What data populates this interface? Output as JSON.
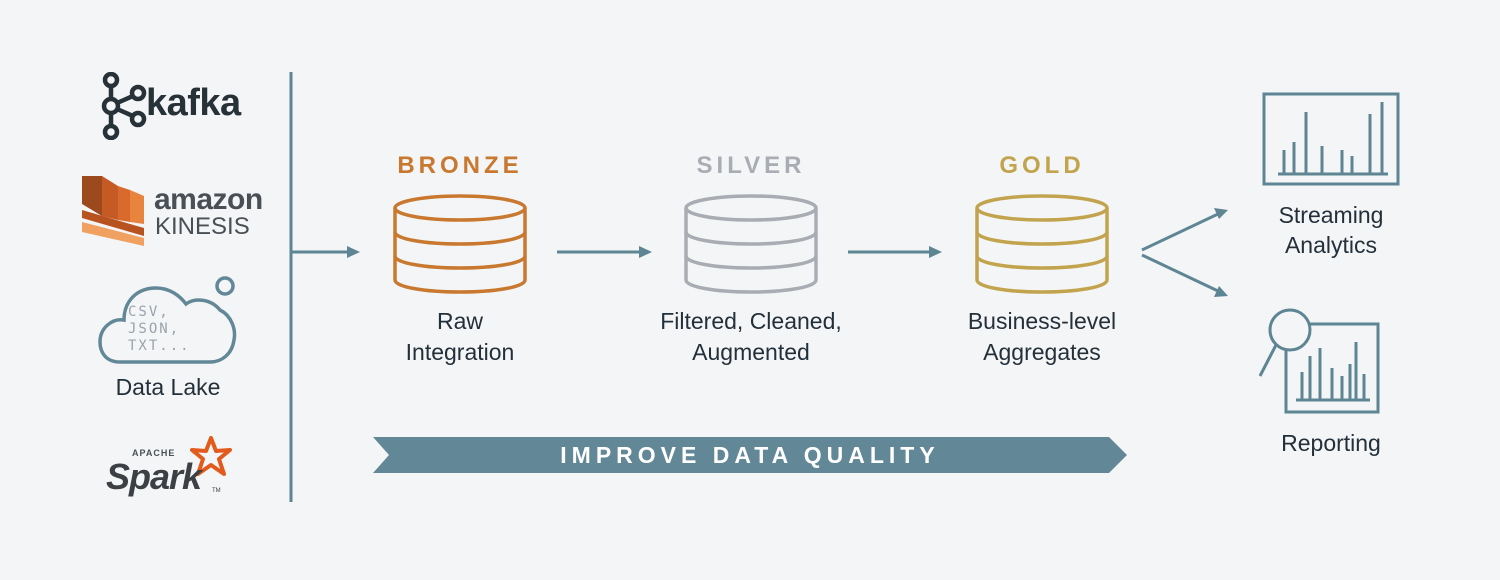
{
  "sources": {
    "kafka": {
      "label": "kafka"
    },
    "kinesis": {
      "brand": "amazon",
      "product": "KINESIS"
    },
    "data_lake": {
      "formats": [
        "CSV,",
        "JSON,",
        "TXT..."
      ],
      "label": "Data Lake"
    },
    "spark": {
      "brand_small": "APACHE",
      "brand": "Spark",
      "tm": "TM"
    }
  },
  "tiers": [
    {
      "title": "BRONZE",
      "desc": [
        "Raw",
        "Integration"
      ],
      "color": "#c9782f"
    },
    {
      "title": "SILVER",
      "desc": [
        "Filtered, Cleaned,",
        "Augmented"
      ],
      "color": "#a9adb3"
    },
    {
      "title": "GOLD",
      "desc": [
        "Business-level",
        "Aggregates"
      ],
      "color": "#c2a44f"
    }
  ],
  "banner": {
    "label": "IMPROVE DATA QUALITY",
    "color": "#628898"
  },
  "outputs": [
    {
      "label": [
        "Streaming",
        "Analytics"
      ]
    },
    {
      "label": [
        "Reporting"
      ]
    }
  ],
  "colors": {
    "accent": "#5e8593",
    "background": "#f4f5f7",
    "text": "#23303a",
    "kinesis_orange": "#d9692c",
    "spark_orange": "#e25a1c"
  },
  "icons": [
    "kafka-logo-icon",
    "kinesis-logo-icon",
    "cloud-icon",
    "spark-star-icon",
    "database-icon",
    "arrow-right-icon",
    "bar-chart-icon",
    "magnifier-chart-icon"
  ]
}
